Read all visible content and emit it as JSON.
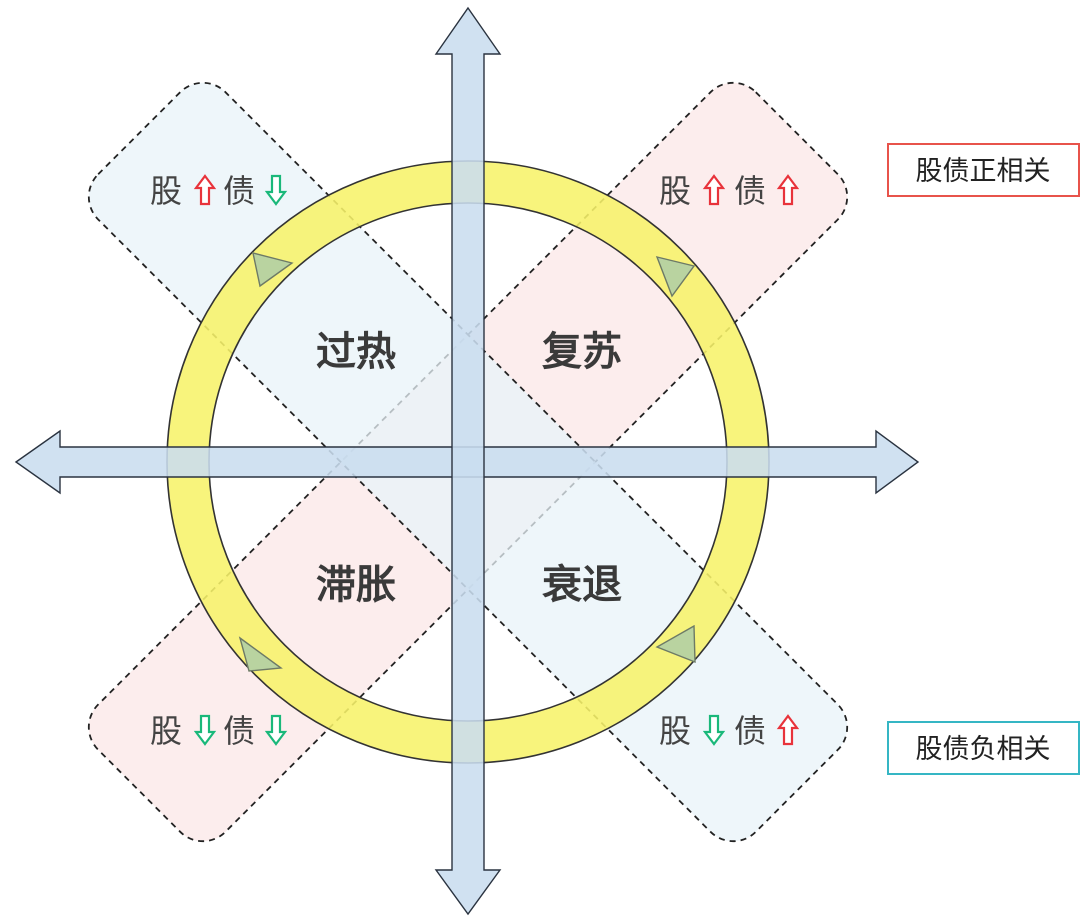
{
  "phases": {
    "overheat": "过热",
    "recovery": "复苏",
    "stagflation": "滞胀",
    "recession": "衰退"
  },
  "asset_labels": {
    "top_left": {
      "stock": "股",
      "bond": "债",
      "stock_dir": "up",
      "bond_dir": "down"
    },
    "top_right": {
      "stock": "股",
      "bond": "债",
      "stock_dir": "up",
      "bond_dir": "up"
    },
    "bottom_left": {
      "stock": "股",
      "bond": "债",
      "stock_dir": "down",
      "bond_dir": "down"
    },
    "bottom_right": {
      "stock": "股",
      "bond": "债",
      "stock_dir": "down",
      "bond_dir": "up"
    }
  },
  "legend": {
    "positive": "股债正相关",
    "negative": "股债负相关"
  },
  "colors": {
    "up_arrow": "#e8333b",
    "down_arrow": "#1ab87a",
    "positive_box_border": "#e8534b",
    "negative_box_border": "#35b6c4",
    "ring": "#f7f26a",
    "axis_fill": "#c9ddef",
    "pink_zone": "#fbe8e8",
    "blue_zone": "#e8f3f8"
  }
}
